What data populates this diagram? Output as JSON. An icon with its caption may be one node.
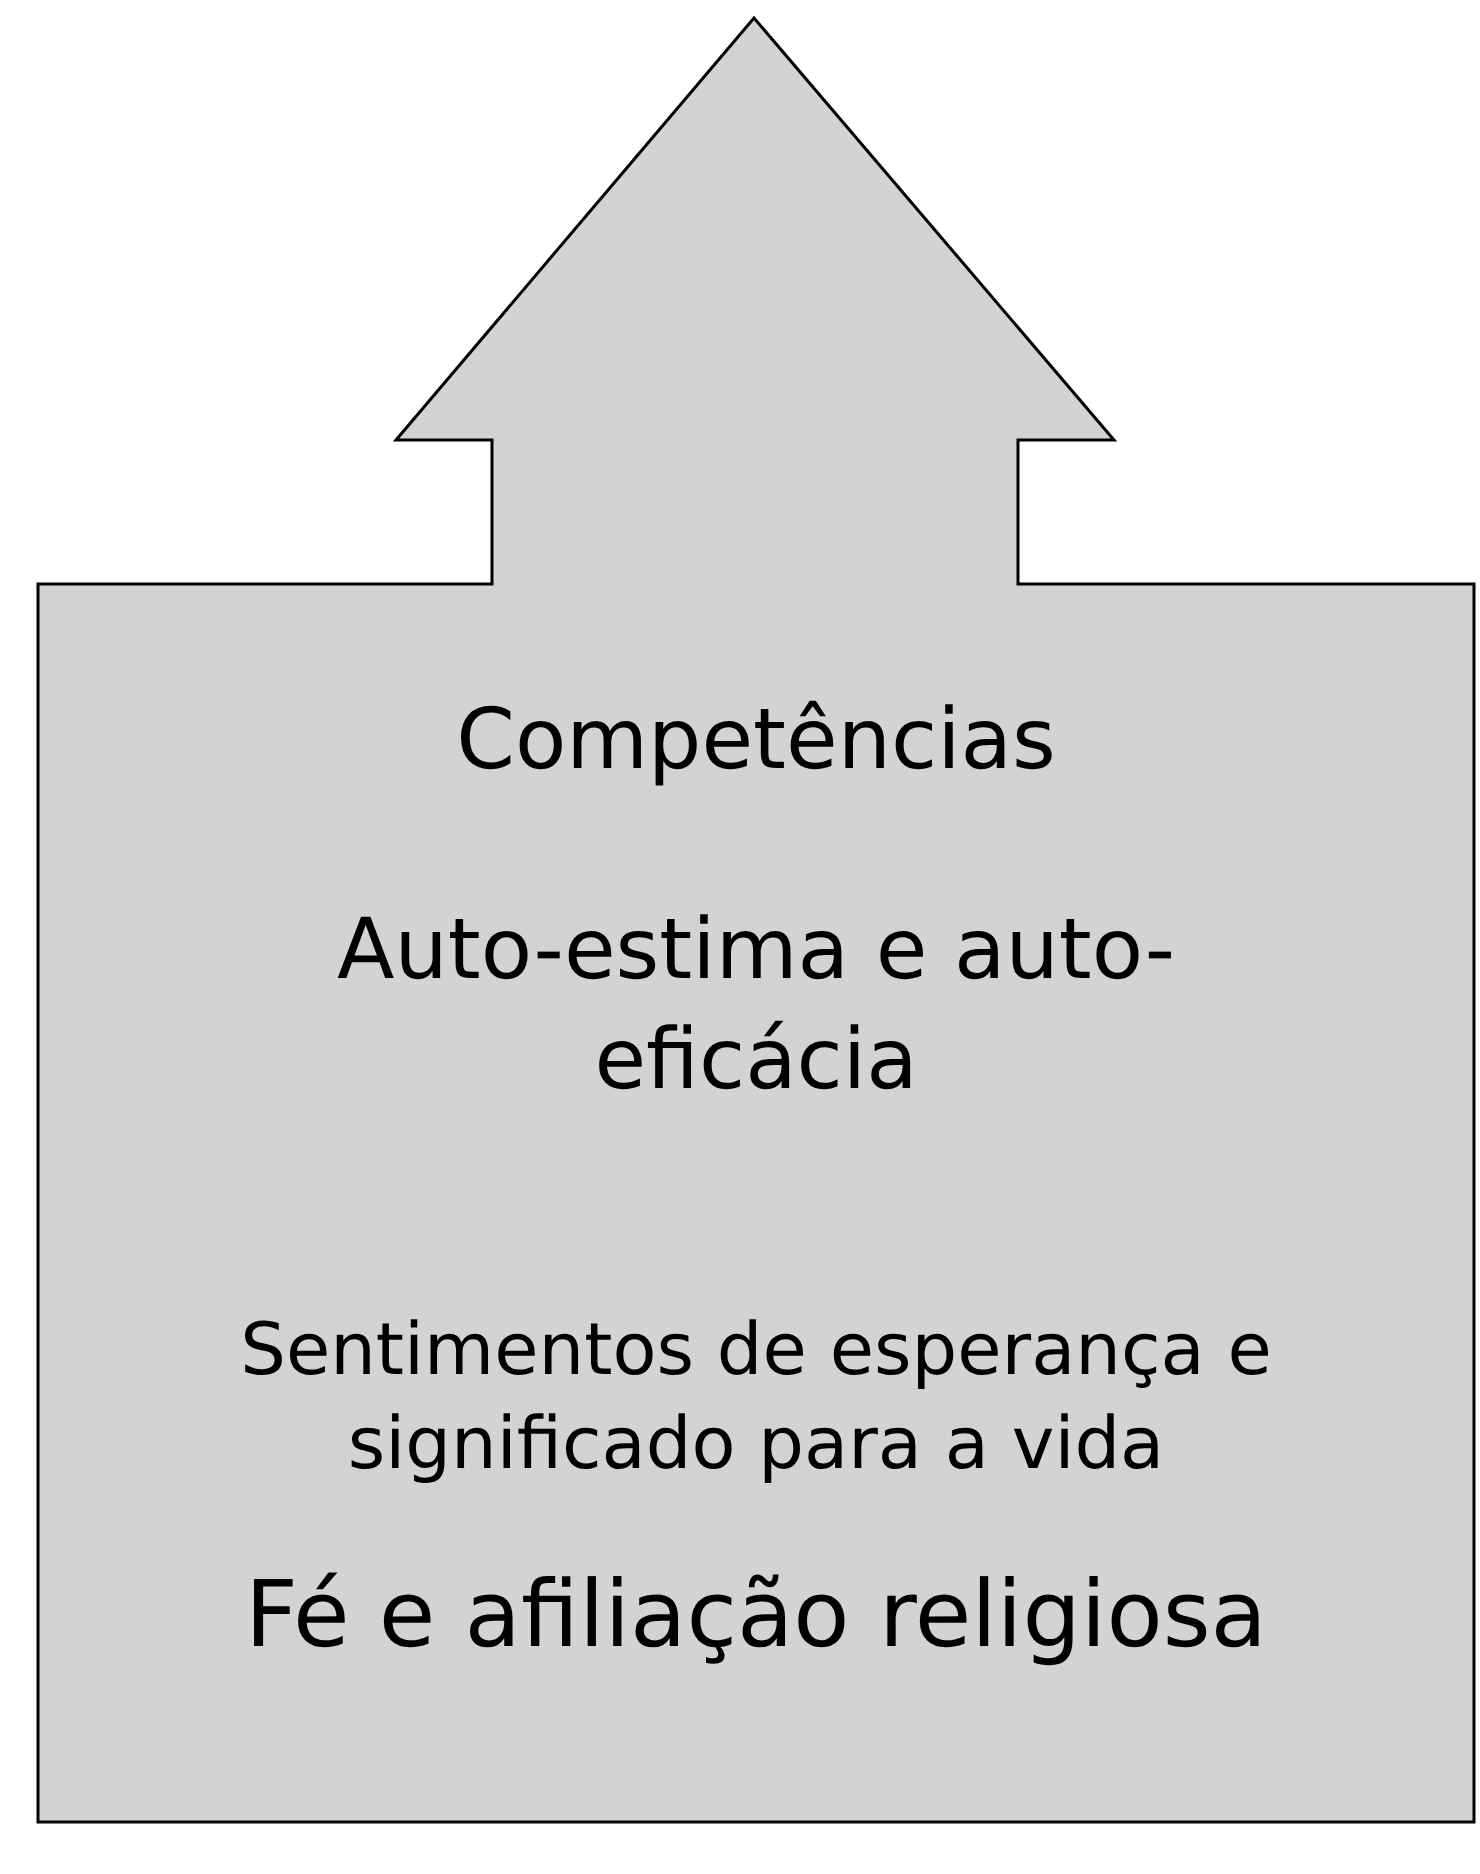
{
  "diagram": {
    "nodes": [
      {
        "text": [
          "Competências",
          "Auto-estima e auto-eficácia",
          "Sentimentos de esperança e significado para a vida",
          "Fé e afiliação religiosa"
        ]
      }
    ]
  }
}
